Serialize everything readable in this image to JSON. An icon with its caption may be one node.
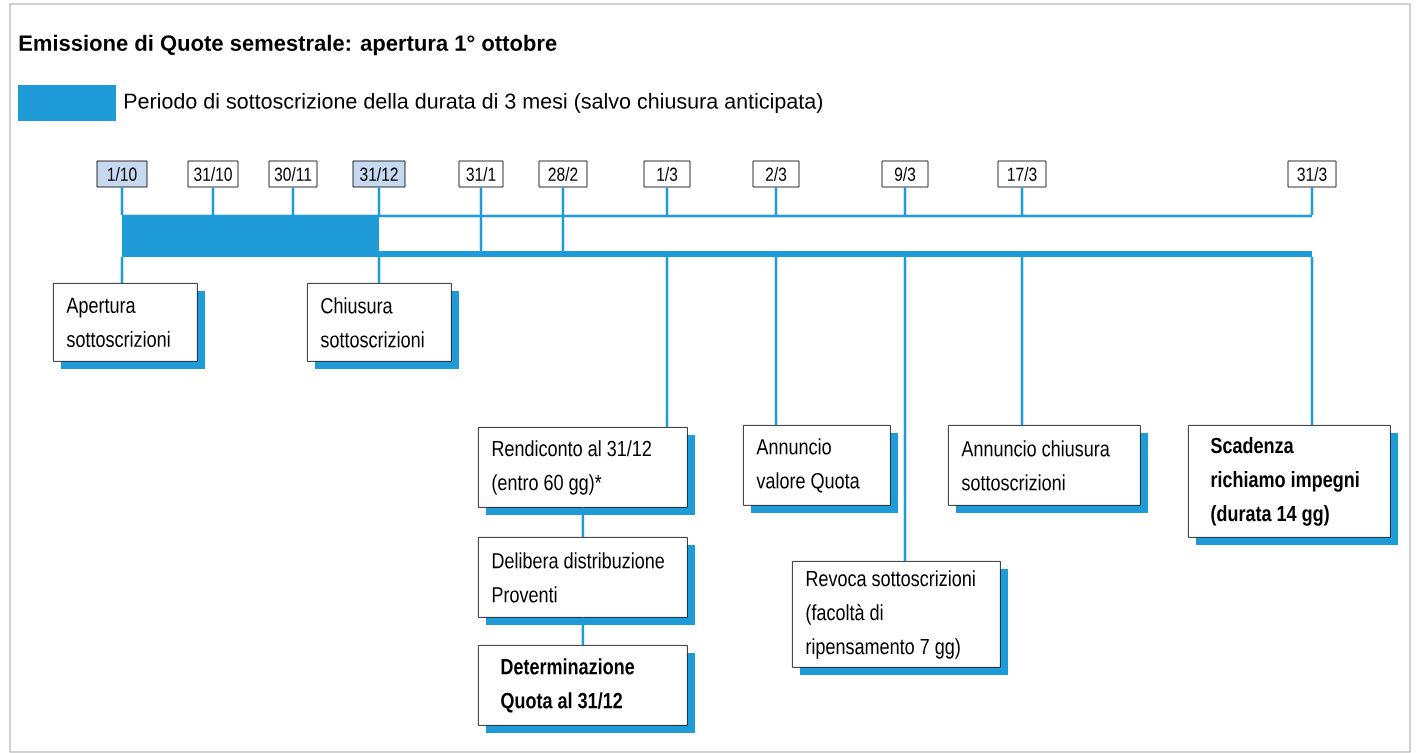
{
  "diagram": {
    "title": "Emissione di Quote semestrale: apertura 1° ottobre",
    "nodes": [
      {
        "text": [
          "1/10"
        ]
      },
      {
        "text": [
          "31/10"
        ]
      },
      {
        "text": [
          "30/11"
        ]
      },
      {
        "text": [
          "31/12"
        ]
      },
      {
        "text": [
          "31/1"
        ]
      },
      {
        "text": [
          "28/2"
        ]
      },
      {
        "text": [
          "1/3"
        ]
      },
      {
        "text": [
          "2/3"
        ]
      },
      {
        "text": [
          "9/3"
        ]
      },
      {
        "text": [
          "17/3"
        ]
      },
      {
        "text": [
          "31/3"
        ]
      },
      {
        "text": [],
        "shape": "bar"
      },
      {
        "text": [
          "Apertura sottoscrizioni"
        ]
      },
      {
        "text": [
          "Chiusura sottoscrizioni"
        ]
      },
      {
        "text": [
          "Rendiconto al 31/12 (entro 60 gg)*"
        ]
      },
      {
        "text": [
          "Delibera distribuzione Proventi"
        ]
      },
      {
        "text": [
          "Determinazione Quota al 31/12"
        ]
      },
      {
        "text": [
          "Annuncio valore Quota"
        ]
      },
      {
        "text": [
          "Revoca sottoscrizioni (facoltà di ripensamento 7 gg)"
        ]
      },
      {
        "text": [
          "Annuncio chiusura sottoscrizioni"
        ]
      },
      {
        "text": [
          "Scadenza richiamo impegni (durata 14 gg)"
        ]
      }
    ],
    "edges": [
      {
        "from": 0,
        "to": 11,
        "arrow": "none"
      },
      {
        "from": 1,
        "to": 11,
        "arrow": "none"
      },
      {
        "from": 2,
        "to": 11,
        "arrow": "none"
      },
      {
        "from": 3,
        "to": 11,
        "arrow": "none"
      },
      {
        "from": 4,
        "to": 11,
        "arrow": "none"
      },
      {
        "from": 5,
        "to": 11,
        "arrow": "none"
      },
      {
        "from": 6,
        "to": 11,
        "arrow": "none"
      },
      {
        "from": 7,
        "to": 11,
        "arrow": "none"
      },
      {
        "from": 8,
        "to": 11,
        "arrow": "none"
      },
      {
        "from": 9,
        "to": 11,
        "arrow": "none"
      },
      {
        "from": 10,
        "to": 11,
        "arrow": "none"
      },
      {
        "from": 11,
        "to": 12,
        "arrow": "none"
      },
      {
        "from": 11,
        "to": 13,
        "arrow": "none"
      },
      {
        "from": 11,
        "to": 14,
        "arrow": "none"
      },
      {
        "from": 14,
        "to": 15,
        "arrow": "none"
      },
      {
        "from": 15,
        "to": 16,
        "arrow": "none"
      },
      {
        "from": 11,
        "to": 17,
        "arrow": "none"
      },
      {
        "from": 11,
        "to": 18,
        "arrow": "none"
      },
      {
        "from": 11,
        "to": 19,
        "arrow": "none"
      },
      {
        "from": 11,
        "to": 20,
        "arrow": "none"
      }
    ],
    "legend": [
      {
        "text": "Periodo di sottoscrizione della durata di 3 mesi (salvo chiusura anticipata)",
        "color": "#1f9bd7"
      }
    ]
  }
}
